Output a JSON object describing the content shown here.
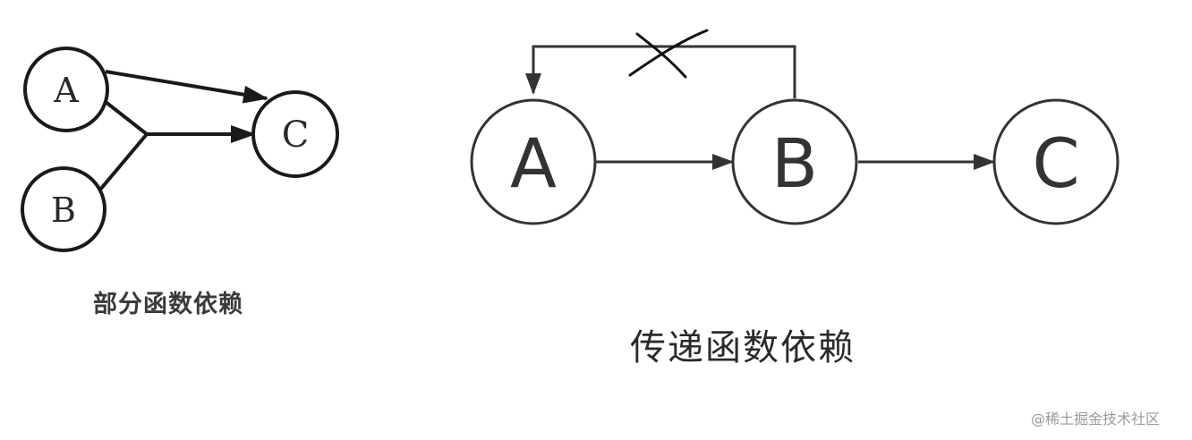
{
  "left_diagram": {
    "nodes": {
      "a": "A",
      "b": "B",
      "c": "C"
    },
    "caption": "部分函数依赖"
  },
  "right_diagram": {
    "nodes": {
      "a": "A",
      "b": "B",
      "c": "C"
    },
    "caption": "传递函数依赖"
  },
  "watermark": "@稀土掘金技术社区",
  "colors": {
    "stroke": "#1a1a1a",
    "node_fill": "#ffffff",
    "text": "#333333"
  }
}
